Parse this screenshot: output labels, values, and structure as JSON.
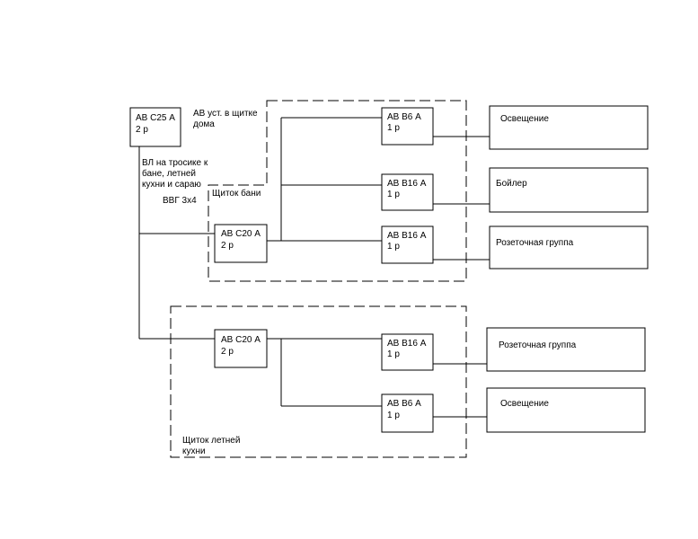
{
  "main_breaker": {
    "label": "АВ С25 А",
    "poles": "2 р"
  },
  "main_note": [
    "АВ уст. в щитке",
    "дома"
  ],
  "line_note": [
    "ВЛ на тросике к",
    "бане, летней",
    "кухни и сараю"
  ],
  "cable": "ВВГ 3х4",
  "panel_bath": {
    "title": "Щиток бани",
    "input": {
      "label": "АВ С20 А",
      "poles": "2 р"
    },
    "branches": [
      {
        "label": "АВ В6 А",
        "poles": "1 р",
        "load": "Освещение"
      },
      {
        "label": "АВ В16 А",
        "poles": "1 р",
        "load": "Бойлер"
      },
      {
        "label": "АВ В16 А",
        "poles": "1 р",
        "load": "Розеточная группа"
      }
    ]
  },
  "panel_kitchen": {
    "title": [
      "Щиток летней",
      "кухни"
    ],
    "input": {
      "label": "АВ С20 А",
      "poles": "2 р"
    },
    "branches": [
      {
        "label": "АВ В16 А",
        "poles": "1 р",
        "load": "Розеточная группа"
      },
      {
        "label": "АВ В6 А",
        "poles": "1 р",
        "load": "Освещение"
      }
    ]
  }
}
